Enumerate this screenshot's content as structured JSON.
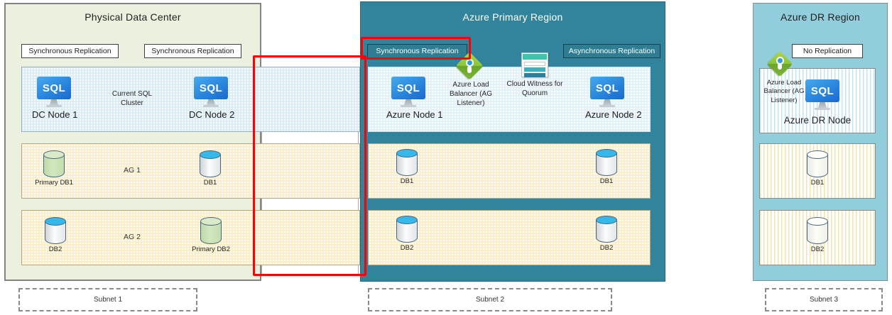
{
  "icons": {
    "sql_text": "SQL"
  },
  "colors": {
    "primary_region_teal": "#31849B",
    "dr_region_blue": "#92CDDC",
    "physical_region_green": "#EBF1DE",
    "highlight_red": "#FF0000",
    "sql_monitor_blue": "#1B69CF",
    "load_balancer_green": "#8CC63B",
    "cloud_witness_teal": "#3EC3AC"
  },
  "physical": {
    "title": "Physical Data Center",
    "sync_label_1": "Synchronous Replication",
    "sync_label_2": "Synchronous Replication",
    "cluster_caption": "Current SQL Cluster",
    "node1": "DC Node 1",
    "node2": "DC Node 2",
    "ag1": {
      "label": "AG 1",
      "db_left": "Primary DB1",
      "db_right": "DB1"
    },
    "ag2": {
      "label": "AG 2",
      "db_left": "DB2",
      "db_right": "Primary DB2"
    },
    "subnet": "Subnet 1"
  },
  "primary": {
    "title": "Azure Primary Region",
    "sync_label": "Synchronous Replication",
    "async_label": "Asynchronous Replication",
    "node1": "Azure Node 1",
    "node2": "Azure Node 2",
    "load_balancer_label": "Azure Load Balancer (AG Listener)",
    "witness_label": "Cloud Witness for Quorum",
    "row1": {
      "db_left": "DB1",
      "db_right": "DB1"
    },
    "row2": {
      "db_left": "DB2",
      "db_right": "DB2"
    },
    "subnet": "Subnet 2"
  },
  "dr": {
    "title": "Azure DR Region",
    "no_replication_label": "No Replication",
    "load_balancer_label": "Azure Load Balancer (AG Listener)",
    "node": "Azure DR Node",
    "row1_db": "DB1",
    "row2_db": "DB2",
    "subnet": "Subnet 3"
  }
}
